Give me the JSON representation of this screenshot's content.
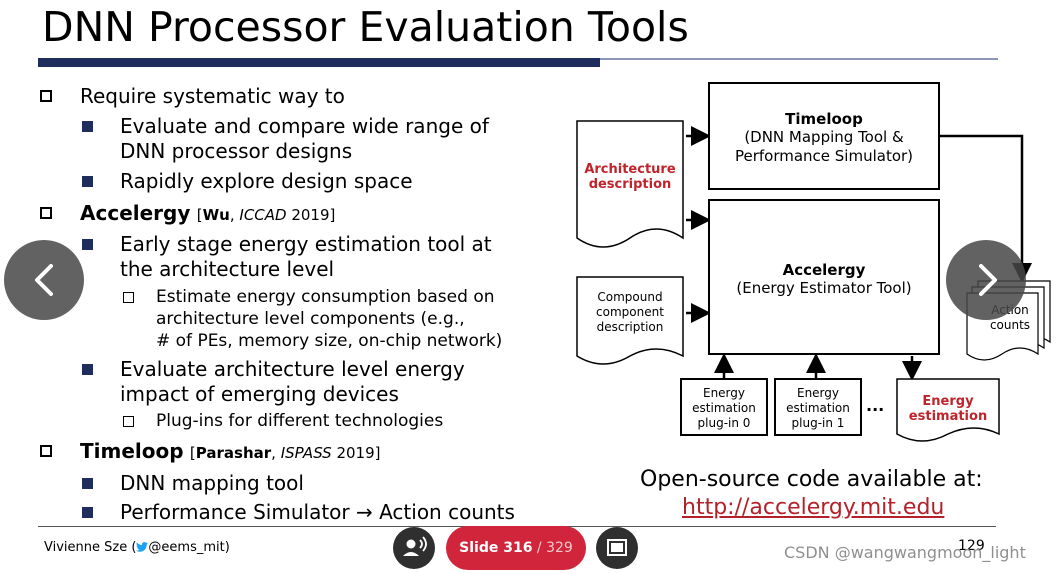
{
  "slide": {
    "title": "DNN Processor Evaluation Tools",
    "bullets": {
      "b1": "Require systematic way to",
      "b1a": "Evaluate and compare wide range of",
      "b1a2": "DNN processor designs",
      "b1b": "Rapidly explore design space",
      "b2_name": "Accelergy",
      "b2_cite_open": "[",
      "b2_cite_author": "Wu",
      "b2_cite_sep": ", ",
      "b2_cite_venue": "ICCAD",
      "b2_cite_year": " 2019]",
      "b2a": "Early stage energy estimation tool at",
      "b2a2": "the architecture level",
      "b2a_i": "Estimate energy consumption based on",
      "b2a_i2": "architecture level components (e.g.,",
      "b2a_i3": "# of PEs, memory size, on-chip network)",
      "b2b": "Evaluate architecture level energy",
      "b2b2": "impact of emerging devices",
      "b2b_i": "Plug-ins for different technologies",
      "b3_name": "Timeloop",
      "b3_cite_open": "[",
      "b3_cite_author": "Parashar",
      "b3_cite_sep": ", ",
      "b3_cite_venue": "ISPASS",
      "b3_cite_year": " 2019]",
      "b3a": "DNN mapping tool",
      "b3b": "Performance Simulator → Action counts"
    },
    "diagram": {
      "arch_desc_1": "Architecture",
      "arch_desc_2": "description",
      "compound_1": "Compound",
      "compound_2": "component",
      "compound_3": "description",
      "timeloop_title": "Timeloop",
      "timeloop_sub1": "(DNN Mapping Tool &",
      "timeloop_sub2": "Performance Simulator)",
      "accelergy_title": "Accelergy",
      "accelergy_sub": "(Energy Estimator Tool)",
      "action_1": "Action",
      "action_2": "counts",
      "plugin0_1": "Energy",
      "plugin0_2": "estimation",
      "plugin0_3": "plug-in 0",
      "plugin1_1": "Energy",
      "plugin1_2": "estimation",
      "plugin1_3": "plug-in 1",
      "ellipsis": "...",
      "energy_est_1": "Energy",
      "energy_est_2": "estimation"
    },
    "open_source": "Open-source code available at:",
    "url": "http://accelergy.mit.edu",
    "author": "Vivienne Sze (",
    "author_handle": "@eems_mit)",
    "page_number": "129"
  },
  "viewer": {
    "slide_label": "Slide 316",
    "slide_total": " / 329",
    "watermark": "CSDN @wangwangmoon_light"
  },
  "colors": {
    "accent_red": "#c0242b",
    "rule_navy": "#1f2d5c",
    "pill_red": "#d0253a"
  },
  "icons": [
    "chevron-left-icon",
    "chevron-right-icon",
    "speaker-icon",
    "screen-icon",
    "twitter-bird-icon"
  ]
}
